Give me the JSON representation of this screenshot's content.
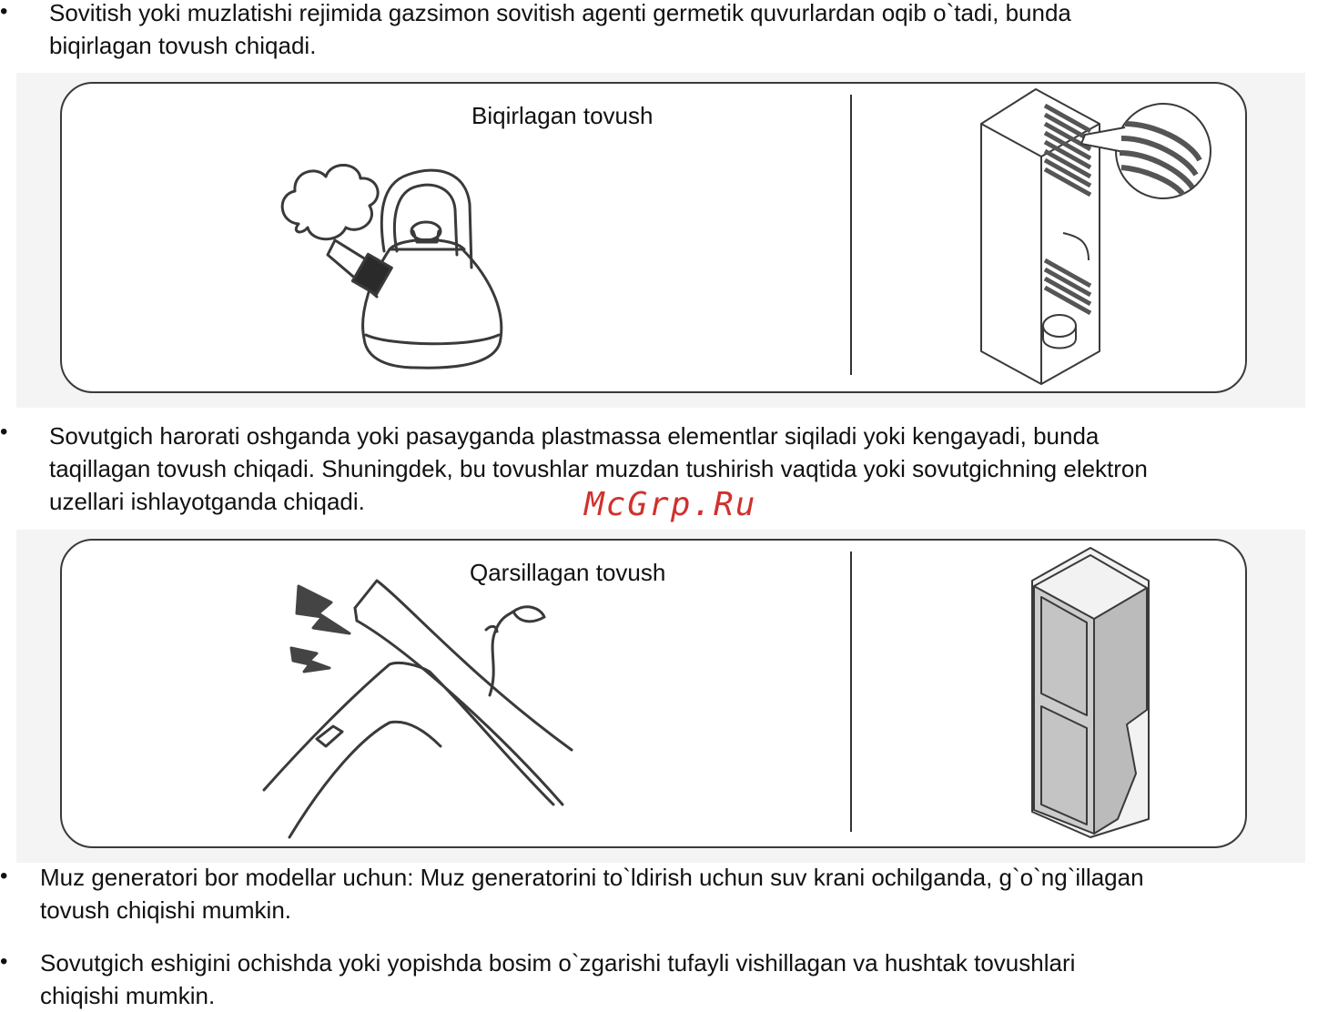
{
  "bullet_symbol": "•",
  "items": [
    {
      "text": "Sovitish yoki muzlatishi rejimida gazsimon sovitish agenti germetik quvurlardan oqib o`tadi, bunda\nbiqirlagan tovush chiqadi."
    },
    {
      "text": "Sovutgich harorati oshganda yoki pasayganda plastmassa elementlar siqiladi yoki kengayadi, bunda\ntaqillagan tovush chiqadi. Shuningdek, bu tovushlar muzdan tushirish vaqtida yoki sovutgichning elektron\nuzellari ishlayotganda chiqadi."
    },
    {
      "text": "Muz generatori bor modellar uchun: Muz generatorini to`ldirish uchun suv krani ochilganda, g`o`ng`illagan\n tovush chiqishi mumkin."
    },
    {
      "text": "Sovutgich eshigini ochishda yoki yopishda bosim o`zgarishi tufayli vishillagan va hushtak tovushlari\n chiqishi mumkin."
    }
  ],
  "panels": [
    {
      "caption": "Biqirlagan tovush",
      "left_icon": "kettle-steam-icon",
      "right_icon": "fridge-refrigerant-pipes-icon"
    },
    {
      "caption": "Qarsillagan tovush",
      "left_icon": "cracking-branch-icon",
      "right_icon": "fridge-inner-liner-icon"
    }
  ],
  "watermark": "McGrp.Ru",
  "colors": {
    "watermark": "#d0312d",
    "panel_border": "#3a3a3a",
    "text": "#111111"
  }
}
